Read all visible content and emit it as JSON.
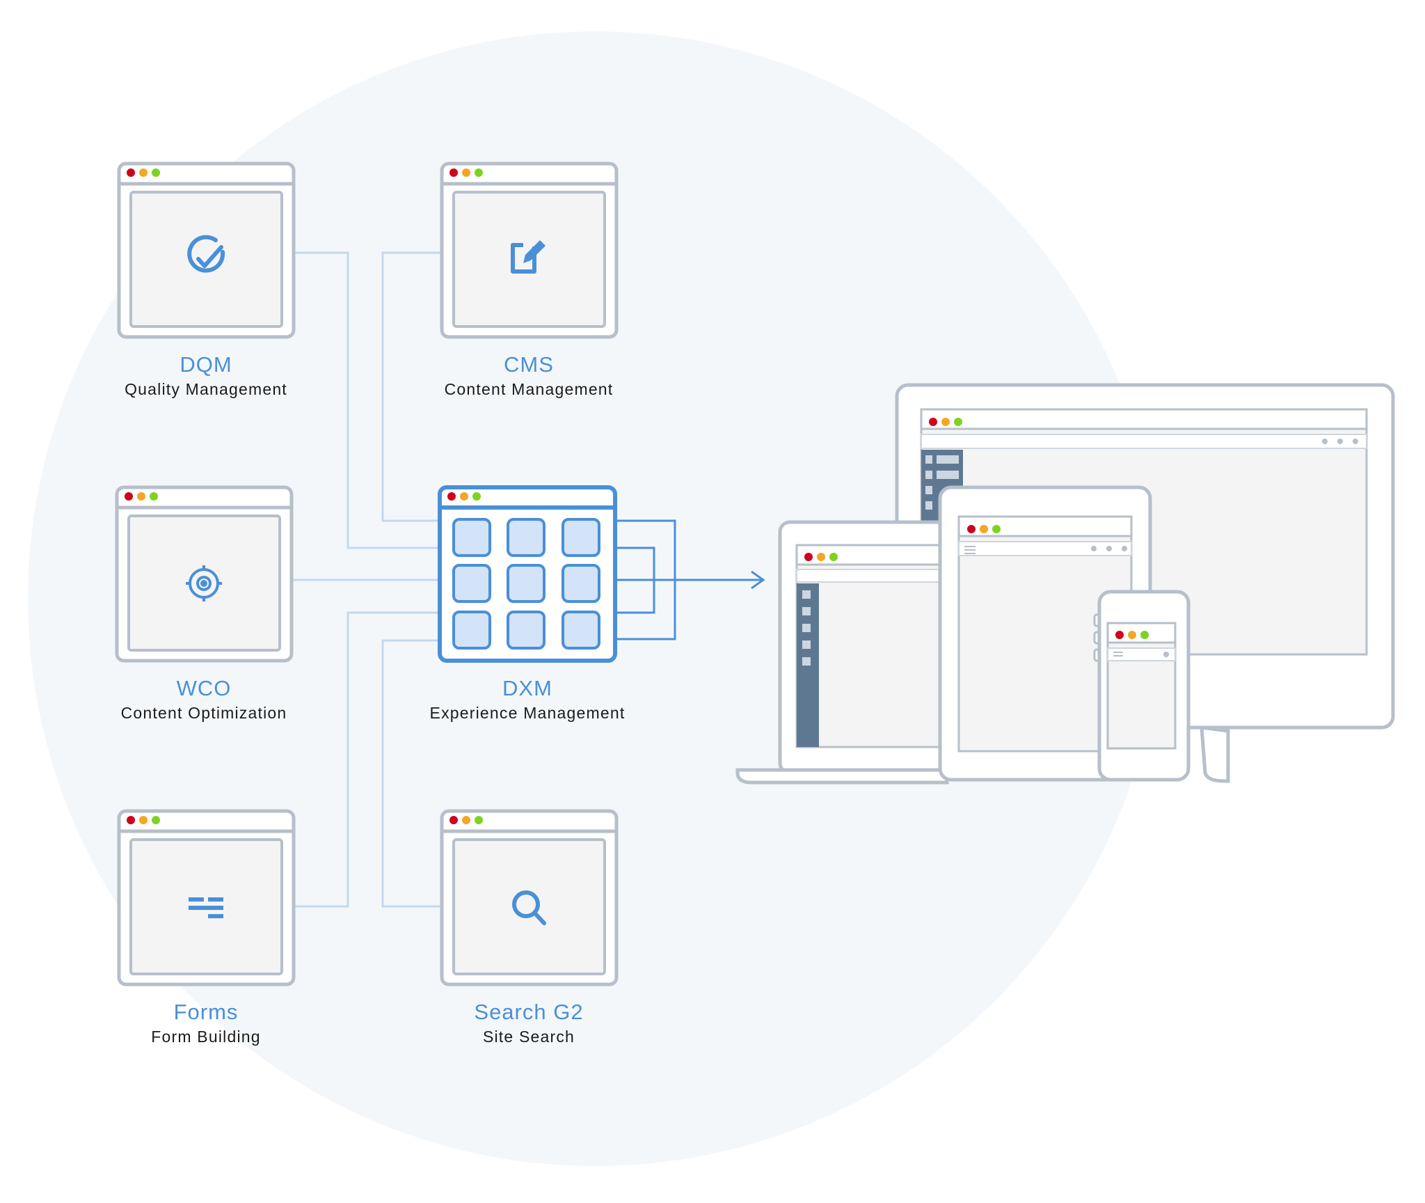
{
  "modules": [
    {
      "id": "dqm",
      "name": "DQM",
      "description": "Quality Management",
      "icon": "check-circle-icon"
    },
    {
      "id": "cms",
      "name": "CMS",
      "description": "Content Management",
      "icon": "edit-icon"
    },
    {
      "id": "wco",
      "name": "WCO",
      "description": "Content Optimization",
      "icon": "target-icon"
    },
    {
      "id": "dxm",
      "name": "DXM",
      "description": "Experience Management",
      "icon": "grid-icon"
    },
    {
      "id": "forms",
      "name": "Forms",
      "description": "Form Building",
      "icon": "form-lines-icon"
    },
    {
      "id": "search",
      "name": "Search G2",
      "description": "Site Search",
      "icon": "search-icon"
    }
  ],
  "devices": [
    "desktop-monitor",
    "laptop",
    "tablet",
    "phone"
  ],
  "colors": {
    "accent": "#4a8fd8",
    "frame": "#b6bfca",
    "connector": "#c3d8ee",
    "background_circle": "#f4f7fa",
    "window_red": "#d0021b",
    "window_yellow": "#f5a623",
    "window_green": "#7ed321",
    "sidebar_dark": "#5f7892"
  }
}
